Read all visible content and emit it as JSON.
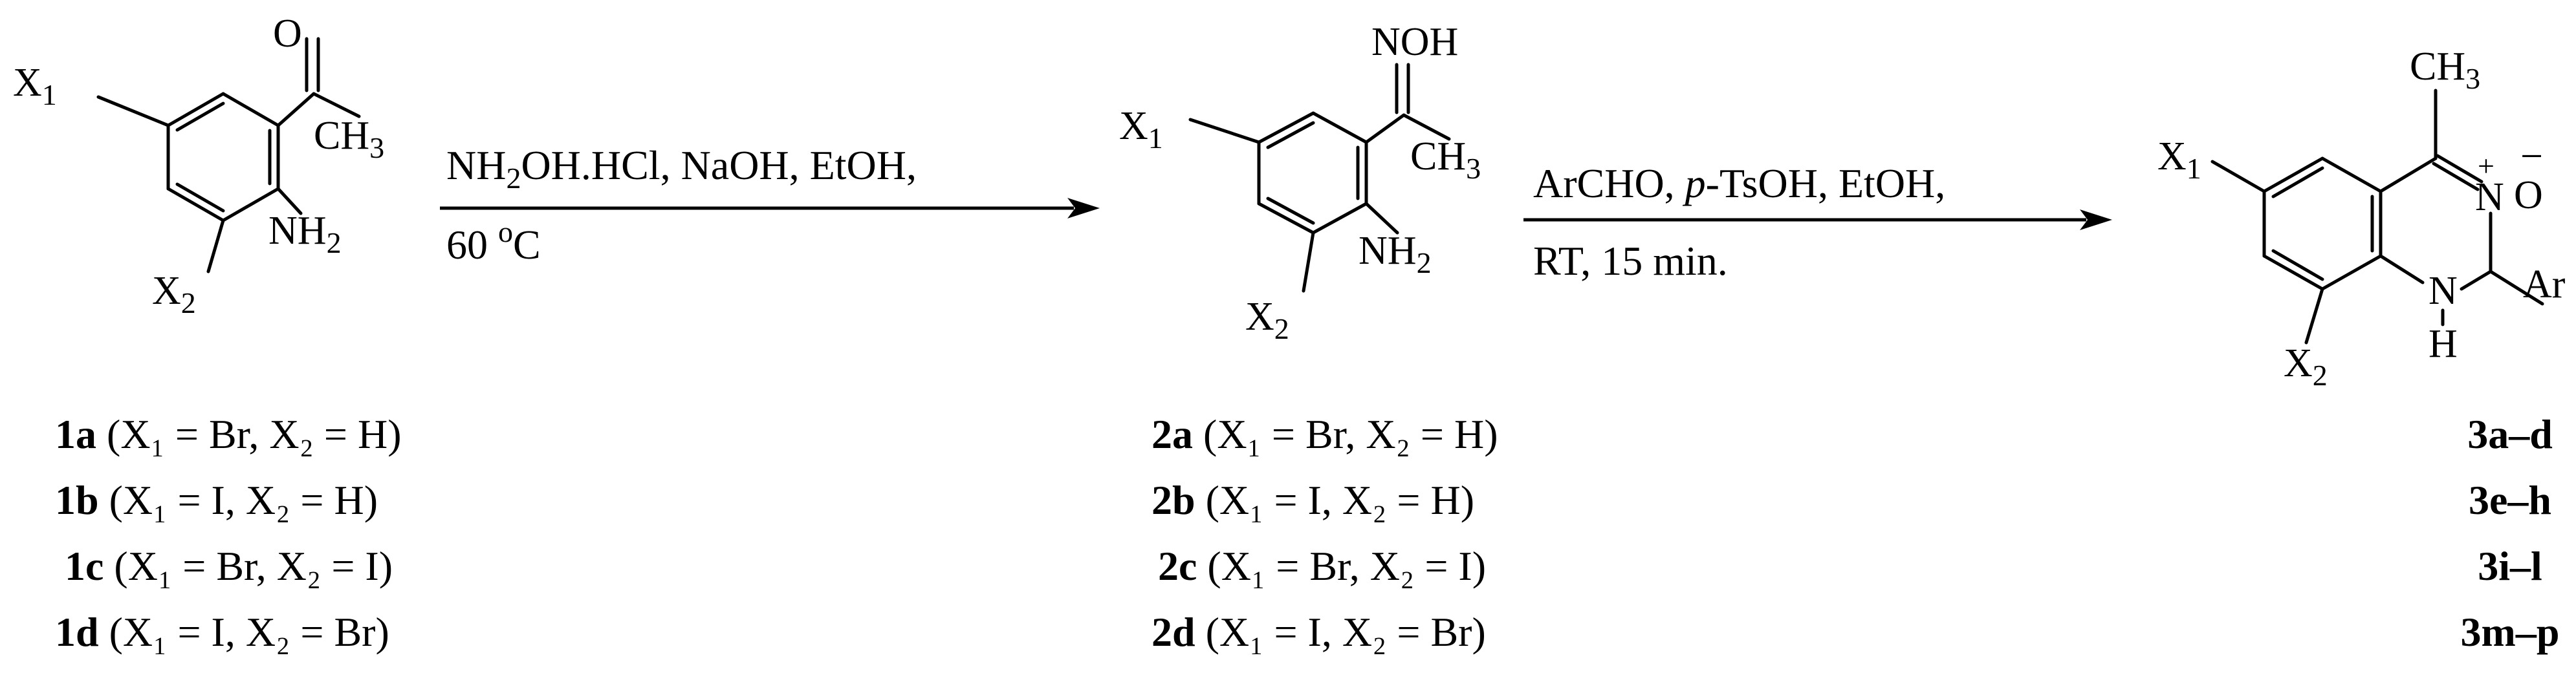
{
  "substituents": {
    "x": "X",
    "one": "1",
    "two": "2",
    "c": "C",
    "h": "H",
    "three": "3",
    "o": "O",
    "nh": "NH",
    "n": "N",
    "noh": "NOH",
    "ar": "Ar",
    "plus": "+",
    "minus": "−"
  },
  "step1": {
    "line1_a": "NH",
    "line1_sub": "2",
    "line1_b": "OH.HCl, NaOH, EtOH,",
    "line2_a": "60 ",
    "line2_sup": "o",
    "line2_b": "C"
  },
  "step2": {
    "line1_a": "ArCHO, ",
    "line1_italic": "p",
    "line1_b": "-TsOH, EtOH,",
    "line2": "RT,  15 min."
  },
  "compounds_1": [
    {
      "id": "1a",
      "desc": " (X₁ = Br, X₂ = H)"
    },
    {
      "id": "1b",
      "desc": " (X₁ = I, X₂ = H)"
    },
    {
      "id": "1c",
      "desc": " (X₁ = Br, X₂ = I)"
    },
    {
      "id": "1d",
      "desc": " (X₁ = I, X₂ = Br)"
    }
  ],
  "compounds_2": [
    {
      "id": "2a",
      "desc": " (X₁ = Br, X₂ = H)"
    },
    {
      "id": "2b",
      "desc": " (X₁ = I, X₂ = H)"
    },
    {
      "id": "2c",
      "desc": " (X₁ = Br, X₂ = I)"
    },
    {
      "id": "2d",
      "desc": " (X₁ = I, X₂ = Br)"
    }
  ],
  "compounds_3": [
    "3a–d",
    "3e–h",
    "3i–l",
    "3m–p"
  ]
}
